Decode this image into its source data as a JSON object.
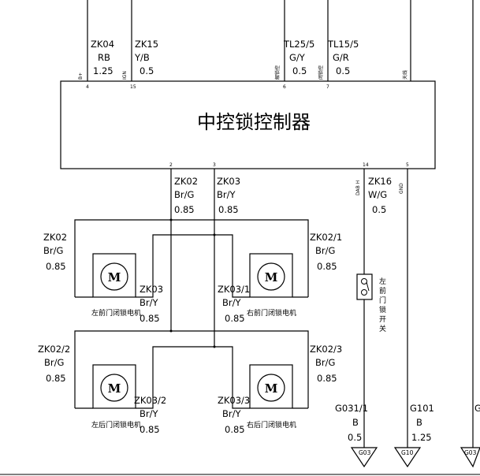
{
  "controller": {
    "title": "中控锁控制器"
  },
  "top_wires": [
    {
      "code": "ZK04",
      "color": "RB",
      "gauge": "1.25",
      "pin": "4",
      "pin_label": "B+"
    },
    {
      "code": "ZK15",
      "color": "Y/B",
      "gauge": "0.5",
      "pin": "15",
      "pin_label": "IGN"
    },
    {
      "code": "TL25/5",
      "color": "G/Y",
      "gauge": "0.5",
      "pin": "6",
      "pin_label": "解锁控"
    },
    {
      "code": "TL15/5",
      "color": "G/R",
      "gauge": "0.5",
      "pin": "7",
      "pin_label": "闭锁控"
    },
    {
      "pin_label": "天线"
    }
  ],
  "bottom_pins": {
    "p2": "2",
    "p3": "3",
    "p14": "14",
    "p5": "5",
    "dabh": "DAB H",
    "gnd": "GND"
  },
  "bus_wires": [
    {
      "code": "ZK02",
      "color": "Br/G",
      "gauge": "0.85"
    },
    {
      "code": "ZK03",
      "color": "Br/Y",
      "gauge": "0.85"
    }
  ],
  "switch_wire": {
    "code": "ZK16",
    "color": "W/G",
    "gauge": "0.5"
  },
  "motors": [
    {
      "name": "左前门闭锁电机",
      "symbol": "M",
      "left": {
        "code": "ZK02",
        "color": "Br/G",
        "gauge": "0.85"
      },
      "right": {
        "code": "ZK03",
        "color": "Br/Y",
        "gauge": "0.85"
      }
    },
    {
      "name": "右前门闭锁电机",
      "symbol": "M",
      "left": {
        "code": "ZK03/1",
        "color": "Br/Y",
        "gauge": "0.85"
      },
      "right": {
        "code": "ZK02/1",
        "color": "Br/G",
        "gauge": "0.85"
      }
    },
    {
      "name": "左后门闭锁电机",
      "symbol": "M",
      "left": {
        "code": "ZK02/2",
        "color": "Br/G",
        "gauge": "0.85"
      },
      "right": {
        "code": "ZK03/2",
        "color": "Br/Y",
        "gauge": "0.85"
      }
    },
    {
      "name": "右后门闭锁电机",
      "symbol": "M",
      "left": {
        "code": "ZK03/3",
        "color": "Br/Y",
        "gauge": "0.85"
      },
      "right": {
        "code": "ZK02/3",
        "color": "Br/G",
        "gauge": "0.85"
      }
    }
  ],
  "door_switch": {
    "name": "左前门锁开关"
  },
  "grounds": [
    {
      "code": "G031/1",
      "color": "B",
      "gauge": "0.5",
      "symbol": "G03"
    },
    {
      "code": "G101",
      "color": "B",
      "gauge": "1.25",
      "symbol": "G10"
    },
    {
      "code": "G",
      "symbol": "G03"
    }
  ]
}
